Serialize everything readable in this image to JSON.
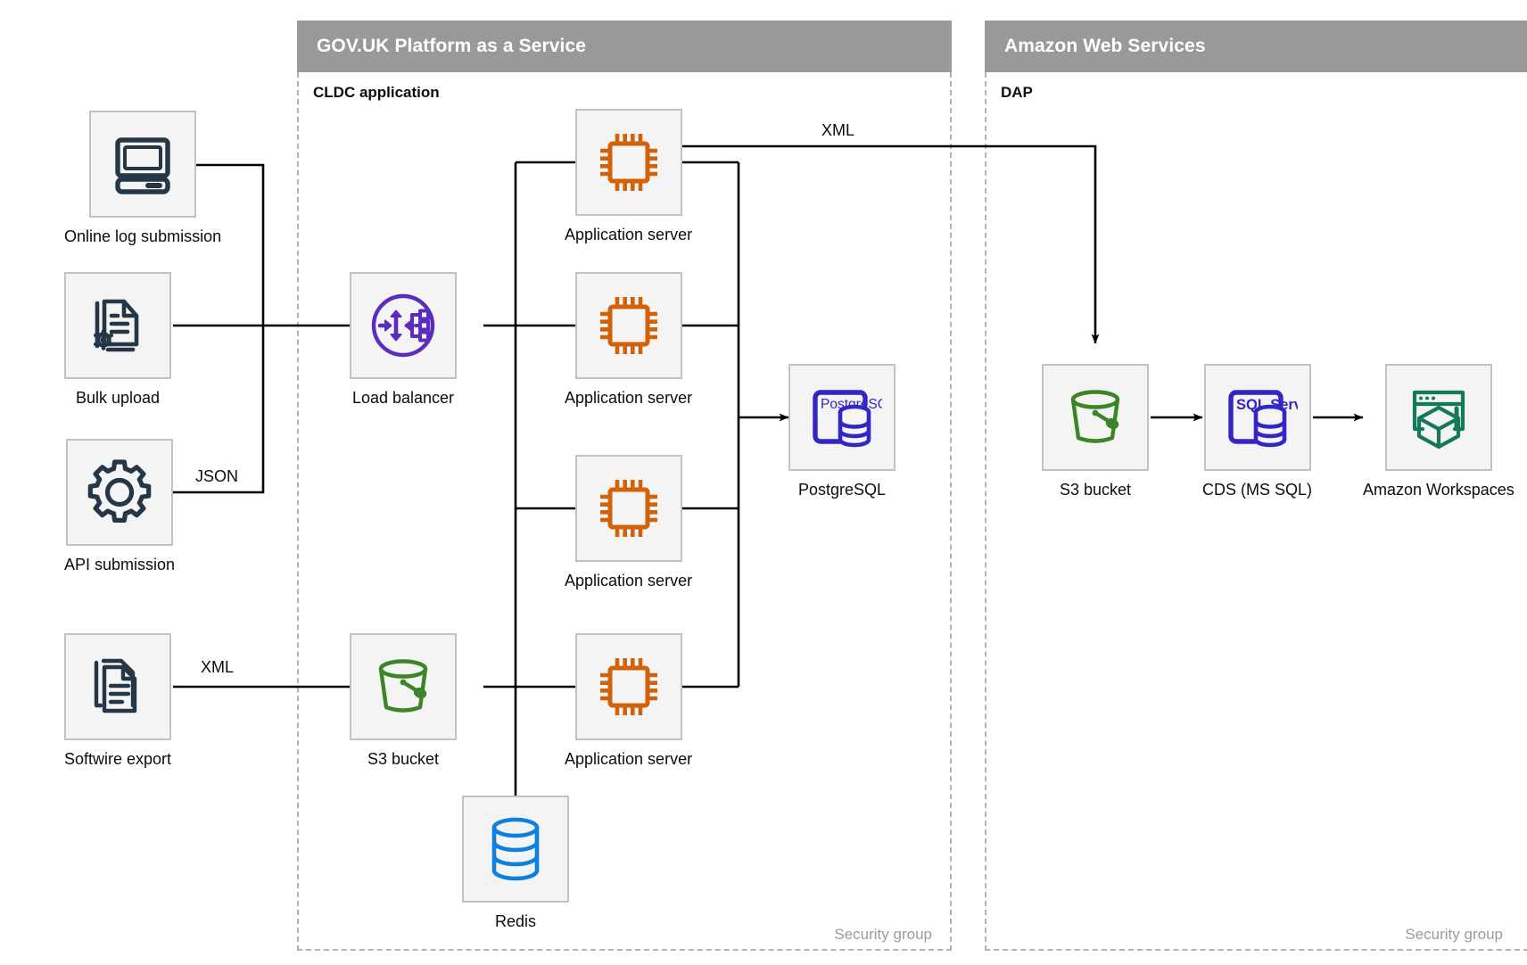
{
  "groups": [
    {
      "id": "paas",
      "title": "GOV.UK Platform as a Service",
      "sub_label": "CLDC application",
      "security_group_label": "Security group"
    },
    {
      "id": "aws",
      "title": "Amazon Web Services",
      "sub_label": "DAP",
      "security_group_label": "Security group"
    }
  ],
  "nodes": {
    "online_log_submission": {
      "label": "Online log submission",
      "icon": "desktop-computer-icon",
      "color": "#253746"
    },
    "bulk_upload": {
      "label": "Bulk upload",
      "icon": "document-gear-icon",
      "color": "#253746"
    },
    "api_submission": {
      "label": "API submission",
      "icon": "gear-icon",
      "color": "#253746"
    },
    "softwire_export": {
      "label": "Softwire export",
      "icon": "documents-stack-icon",
      "color": "#253746"
    },
    "load_balancer": {
      "label": "Load balancer",
      "icon": "load-balancer-icon",
      "color": "#5B2DBF"
    },
    "app_server_1": {
      "label": "Application server",
      "icon": "cpu-chip-icon",
      "color": "#D2620A"
    },
    "app_server_2": {
      "label": "Application server",
      "icon": "cpu-chip-icon",
      "color": "#D2620A"
    },
    "app_server_3": {
      "label": "Application server",
      "icon": "cpu-chip-icon",
      "color": "#D2620A"
    },
    "app_server_4": {
      "label": "Application server",
      "icon": "cpu-chip-icon",
      "color": "#D2620A"
    },
    "paas_s3_bucket": {
      "label": "S3 bucket",
      "icon": "s3-bucket-icon",
      "color": "#3C8527"
    },
    "redis": {
      "label": "Redis",
      "icon": "database-cylinder-icon",
      "color": "#0E80E0"
    },
    "postgresql": {
      "label": "PostgreSQL",
      "icon": "postgresql-icon",
      "badge": "PostgreSQL",
      "color": "#3226C4"
    },
    "aws_s3_bucket": {
      "label": "S3 bucket",
      "icon": "s3-bucket-icon",
      "color": "#3C8527"
    },
    "cds_ms_sql": {
      "label": "CDS (MS SQL)",
      "icon": "sql-server-icon",
      "badge": "SQL Server",
      "color": "#3226C4"
    },
    "amazon_workspaces": {
      "label": "Amazon Workspaces",
      "icon": "workspaces-cube-icon",
      "color": "#14795A"
    }
  },
  "edge_labels": {
    "api_to_lb": "JSON",
    "softwire_to_s3": "XML",
    "app_to_aws_s3": "XML"
  },
  "colors": {
    "group_header_bg": "#999999",
    "node_box_bg": "#f4f4f4",
    "node_box_border": "#c2c2c2",
    "connector": "#000000",
    "dashed_border": "#b3b3b3",
    "text": "#0b0c0c",
    "muted_text": "#9b9b9b"
  }
}
